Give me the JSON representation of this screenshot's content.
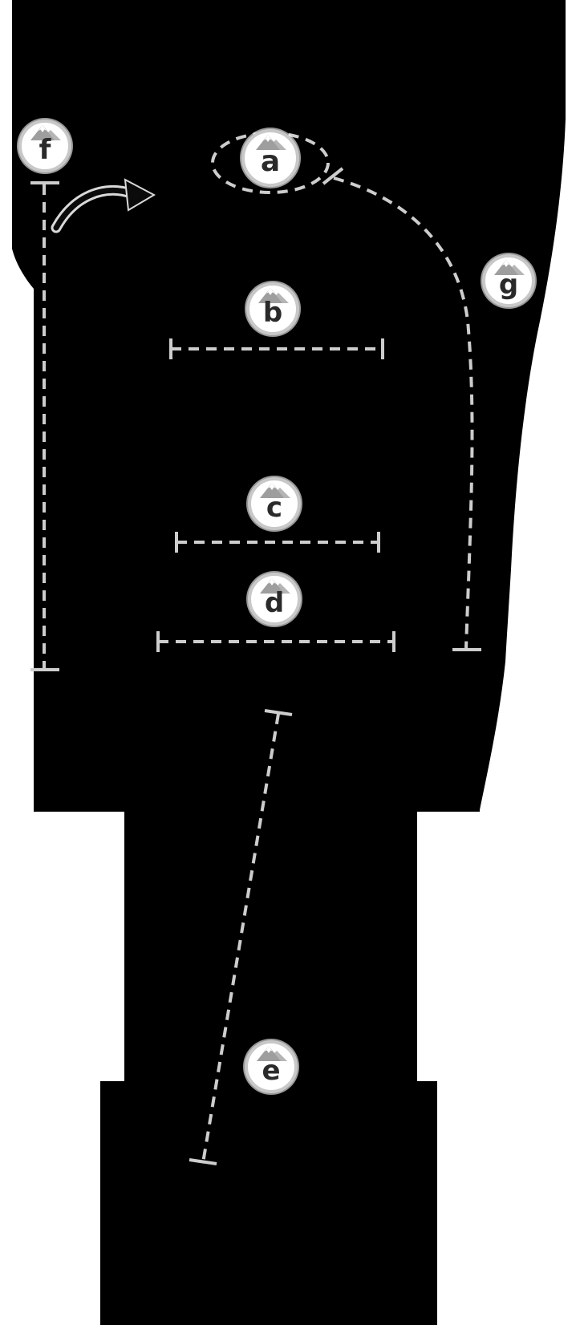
{
  "diagram": {
    "type": "garment-measurement-diagram",
    "badges": [
      {
        "id": "a",
        "label": "a"
      },
      {
        "id": "b",
        "label": "b"
      },
      {
        "id": "c",
        "label": "c"
      },
      {
        "id": "d",
        "label": "d"
      },
      {
        "id": "e",
        "label": "e"
      },
      {
        "id": "f",
        "label": "f"
      },
      {
        "id": "g",
        "label": "g"
      }
    ],
    "measure_lines": [
      {
        "id": "a",
        "shape": "dashed-ellipse-around-neck"
      },
      {
        "id": "b",
        "shape": "horizontal-dashed-line-chest"
      },
      {
        "id": "c",
        "shape": "horizontal-dashed-line-waist"
      },
      {
        "id": "d",
        "shape": "horizontal-dashed-line-hem"
      },
      {
        "id": "e",
        "shape": "long-slanted-dashed-line-length"
      },
      {
        "id": "f",
        "shape": "vertical-dashed-line-left-side"
      },
      {
        "id": "g",
        "shape": "curved-dashed-line-sleeve"
      }
    ],
    "icons": {
      "badge_icon": "mountain-icon",
      "arrow_icon": "curved-arrow-icon"
    },
    "colors": {
      "silhouette": "#000000",
      "dash": "#cdcdcd",
      "badge_ring": "#c8c8c8",
      "badge_bg": "#ffffff",
      "badge_text": "#2a2a2a",
      "arrow": "#0b0b0b",
      "mountain_gray": "#9e9e9e"
    }
  }
}
